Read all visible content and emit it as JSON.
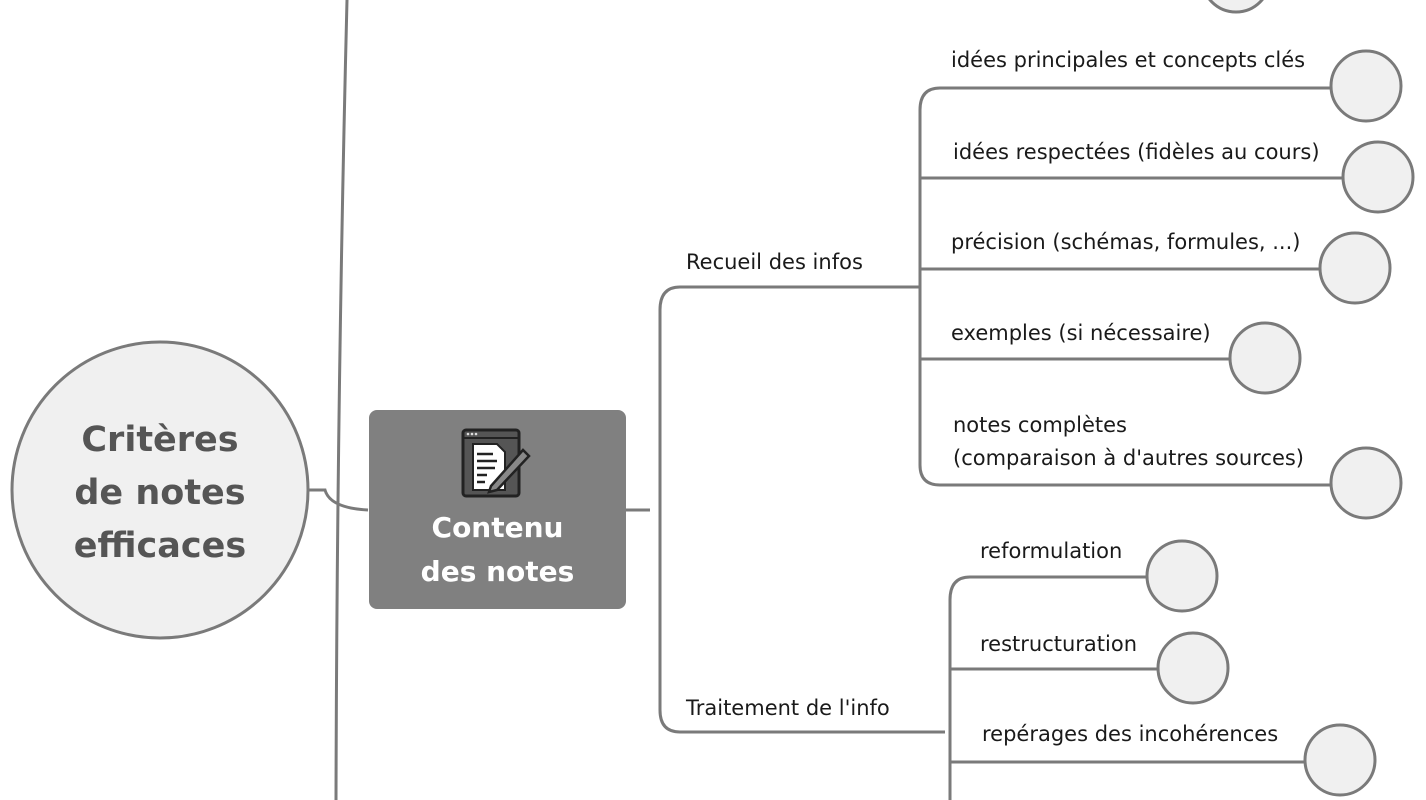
{
  "root": {
    "label": "Critères\nde notes\nefficaces"
  },
  "central": {
    "label": "Contenu\ndes notes",
    "icon": "note-pencil-icon"
  },
  "branches": [
    {
      "label": "Recueil des infos",
      "children": [
        "idées principales et concepts clés",
        "idées respectées (fidèles au cours)",
        "précision (schémas, formules, ...)",
        "exemples (si nécessaire)",
        "notes complètes\n(comparaison à d'autres sources)"
      ]
    },
    {
      "label": "Traitement de l'info",
      "children": [
        "reformulation",
        "restructuration",
        "repérages des incohérences"
      ]
    }
  ],
  "colors": {
    "line": "#7a7a7a",
    "central_fill": "#808080",
    "circle_fill": "#f0f0f0"
  }
}
